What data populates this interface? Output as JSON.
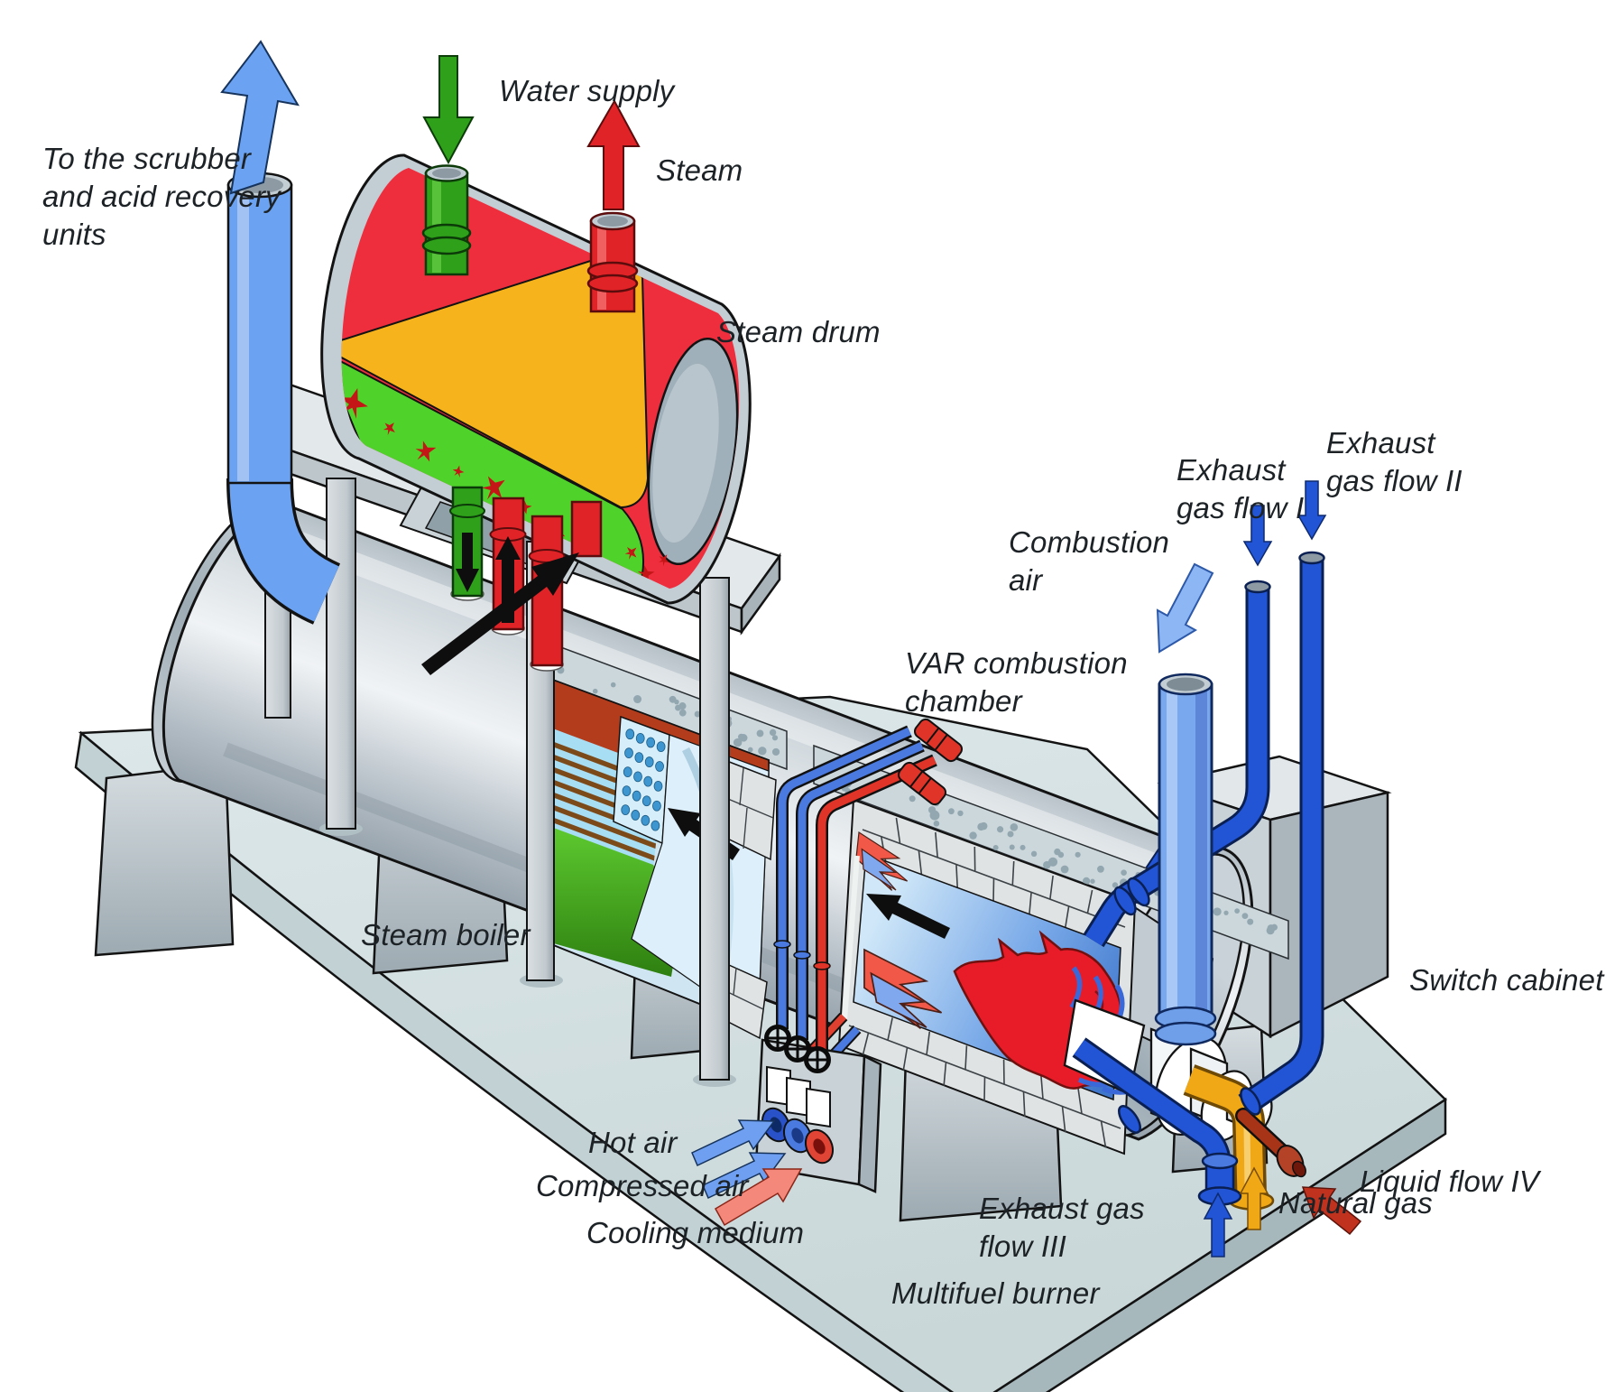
{
  "diagram": {
    "type": "isometric-plant-cutaway",
    "labels": {
      "scrubber": [
        "To the scrubber",
        "and acid recovery",
        "units"
      ],
      "water_supply": "Water supply",
      "steam": "Steam",
      "steam_drum": "Steam drum",
      "combustion_air": [
        "Combustion",
        "air"
      ],
      "exhaust_flow_1": [
        "Exhaust",
        "gas flow I"
      ],
      "exhaust_flow_2": [
        "Exhaust",
        "gas flow II"
      ],
      "var_chamber": [
        "VAR combustion",
        "chamber"
      ],
      "steam_boiler": "Steam boiler",
      "switch_cabinet": "Switch cabinet",
      "hot_air": "Hot air",
      "compressed_air": "Compressed air",
      "cooling_medium": "Cooling medium",
      "exhaust_flow_3": [
        "Exhaust gas",
        "flow III"
      ],
      "multifuel_burner": "Multifuel burner",
      "natural_gas": "Natural gas",
      "liquid_flow_4": "Liquid flow IV"
    },
    "colors": {
      "water_supply": "#2ea01a",
      "steam": "#e02327",
      "scrubber_flow": "#6ba3f2",
      "combustion_air": "#8cb6f4",
      "exhaust_gas": "#2254d6",
      "natural_gas": "#f0a816",
      "liquid_fuel": "#c0321e",
      "hot_air": "#6f9ff0",
      "compressed_air": "#f4897b",
      "flame": "#e81c28",
      "drum_steam_space": "#ee2d3d",
      "drum_water_surface": "#f6b31c",
      "drum_water": "#4fd32a"
    }
  }
}
